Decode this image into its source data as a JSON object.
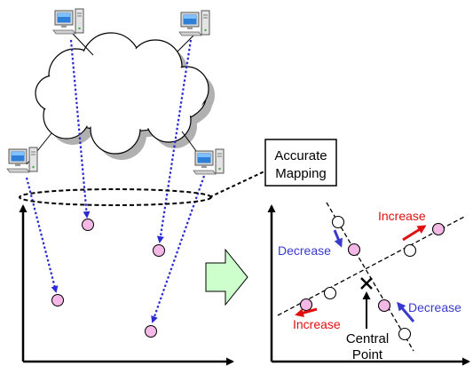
{
  "callout": {
    "line1": "Accurate",
    "line2": "Mapping"
  },
  "labels": {
    "increase_top": "Increase",
    "decrease_left": "Decrease",
    "decrease_right": "Decrease",
    "increase_bottom": "Increase",
    "central_line1": "Central",
    "central_line2": "Point"
  },
  "colors": {
    "node_fill": "#f4b8e6",
    "arrow_dotted": "#2a2ad4",
    "increase": "#e01010",
    "decrease": "#3a3ad0",
    "transform_arrow": "#ccffcc",
    "cloud": "#ffffff",
    "cloud_shadow": "#b0b0b0"
  },
  "icons": {
    "computer": "computer-icon",
    "cloud": "network-cloud-icon",
    "arrow": "transform-arrow-icon",
    "central": "cross-mark-icon"
  }
}
